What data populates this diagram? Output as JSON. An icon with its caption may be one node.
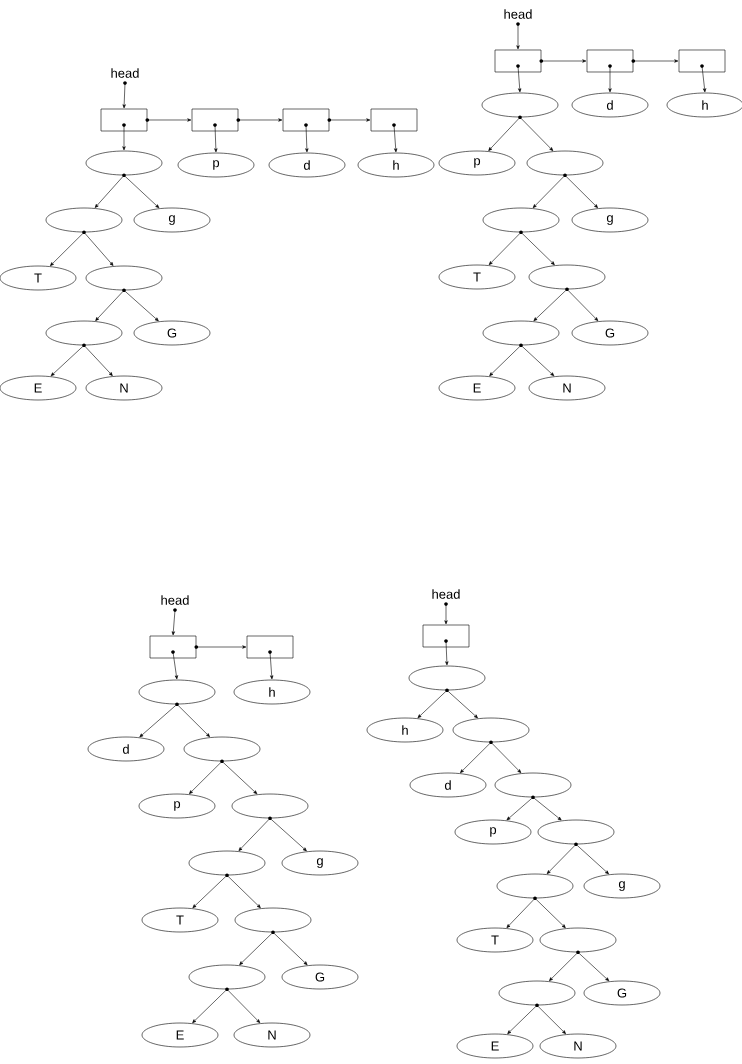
{
  "diagram": {
    "nodes": [
      {
        "text": [
          "head"
        ]
      },
      {
        "text": [],
        "shape": "box"
      },
      {
        "text": [],
        "shape": "box"
      },
      {
        "text": [],
        "shape": "box"
      },
      {
        "text": [],
        "shape": "box"
      },
      {
        "text": [],
        "shape": "ellipse"
      },
      {
        "text": [
          "p"
        ]
      },
      {
        "text": [
          "d"
        ]
      },
      {
        "text": [
          "h"
        ]
      },
      {
        "text": [],
        "shape": "ellipse"
      },
      {
        "text": [
          "g"
        ]
      },
      {
        "text": [
          "T"
        ]
      },
      {
        "text": [],
        "shape": "ellipse"
      },
      {
        "text": [],
        "shape": "ellipse"
      },
      {
        "text": [
          "G"
        ]
      },
      {
        "text": [
          "E"
        ]
      },
      {
        "text": [
          "N"
        ]
      },
      {
        "text": [
          "head"
        ]
      },
      {
        "text": [],
        "shape": "box"
      },
      {
        "text": [],
        "shape": "box"
      },
      {
        "text": [],
        "shape": "box"
      },
      {
        "text": [],
        "shape": "ellipse"
      },
      {
        "text": [
          "d"
        ]
      },
      {
        "text": [
          "h"
        ]
      },
      {
        "text": [
          "p"
        ]
      },
      {
        "text": [],
        "shape": "ellipse"
      },
      {
        "text": [],
        "shape": "ellipse"
      },
      {
        "text": [
          "g"
        ]
      },
      {
        "text": [
          "T"
        ]
      },
      {
        "text": [],
        "shape": "ellipse"
      },
      {
        "text": [],
        "shape": "ellipse"
      },
      {
        "text": [
          "G"
        ]
      },
      {
        "text": [
          "E"
        ]
      },
      {
        "text": [
          "N"
        ]
      },
      {
        "text": [
          "head"
        ]
      },
      {
        "text": [],
        "shape": "box"
      },
      {
        "text": [],
        "shape": "box"
      },
      {
        "text": [],
        "shape": "ellipse"
      },
      {
        "text": [
          "h"
        ]
      },
      {
        "text": [
          "d"
        ]
      },
      {
        "text": [],
        "shape": "ellipse"
      },
      {
        "text": [
          "p"
        ]
      },
      {
        "text": [],
        "shape": "ellipse"
      },
      {
        "text": [],
        "shape": "ellipse"
      },
      {
        "text": [
          "g"
        ]
      },
      {
        "text": [
          "T"
        ]
      },
      {
        "text": [],
        "shape": "ellipse"
      },
      {
        "text": [],
        "shape": "ellipse"
      },
      {
        "text": [
          "G"
        ]
      },
      {
        "text": [
          "E"
        ]
      },
      {
        "text": [
          "N"
        ]
      },
      {
        "text": [
          "head"
        ]
      },
      {
        "text": [],
        "shape": "box"
      },
      {
        "text": [],
        "shape": "ellipse"
      },
      {
        "text": [
          "h"
        ]
      },
      {
        "text": [],
        "shape": "ellipse"
      },
      {
        "text": [
          "d"
        ]
      },
      {
        "text": [],
        "shape": "ellipse"
      },
      {
        "text": [
          "p"
        ]
      },
      {
        "text": [],
        "shape": "ellipse"
      },
      {
        "text": [],
        "shape": "ellipse"
      },
      {
        "text": [
          "g"
        ]
      },
      {
        "text": [
          "T"
        ]
      },
      {
        "text": [],
        "shape": "ellipse"
      },
      {
        "text": [],
        "shape": "ellipse"
      },
      {
        "text": [
          "G"
        ]
      },
      {
        "text": [
          "E"
        ]
      },
      {
        "text": [
          "N"
        ]
      }
    ],
    "edges": [
      {
        "from": 0,
        "to": 1,
        "arrow": "to"
      },
      {
        "from": 1,
        "to": 2,
        "arrow": "to"
      },
      {
        "from": 2,
        "to": 3,
        "arrow": "to"
      },
      {
        "from": 3,
        "to": 4,
        "arrow": "to"
      },
      {
        "from": 1,
        "to": 5,
        "arrow": "to"
      },
      {
        "from": 2,
        "to": 6,
        "arrow": "to"
      },
      {
        "from": 3,
        "to": 7,
        "arrow": "to"
      },
      {
        "from": 4,
        "to": 8,
        "arrow": "to"
      },
      {
        "from": 5,
        "to": 9,
        "arrow": "to"
      },
      {
        "from": 5,
        "to": 10,
        "arrow": "to"
      },
      {
        "from": 9,
        "to": 11,
        "arrow": "to"
      },
      {
        "from": 9,
        "to": 12,
        "arrow": "to"
      },
      {
        "from": 12,
        "to": 13,
        "arrow": "to"
      },
      {
        "from": 12,
        "to": 14,
        "arrow": "to"
      },
      {
        "from": 13,
        "to": 15,
        "arrow": "to"
      },
      {
        "from": 13,
        "to": 16,
        "arrow": "to"
      },
      {
        "from": 17,
        "to": 18,
        "arrow": "to"
      },
      {
        "from": 18,
        "to": 19,
        "arrow": "to"
      },
      {
        "from": 19,
        "to": 20,
        "arrow": "to"
      },
      {
        "from": 18,
        "to": 21,
        "arrow": "to"
      },
      {
        "from": 19,
        "to": 22,
        "arrow": "to"
      },
      {
        "from": 20,
        "to": 23,
        "arrow": "to"
      },
      {
        "from": 21,
        "to": 24,
        "arrow": "to"
      },
      {
        "from": 21,
        "to": 25,
        "arrow": "to"
      },
      {
        "from": 25,
        "to": 26,
        "arrow": "to"
      },
      {
        "from": 25,
        "to": 27,
        "arrow": "to"
      },
      {
        "from": 26,
        "to": 28,
        "arrow": "to"
      },
      {
        "from": 26,
        "to": 29,
        "arrow": "to"
      },
      {
        "from": 29,
        "to": 30,
        "arrow": "to"
      },
      {
        "from": 29,
        "to": 31,
        "arrow": "to"
      },
      {
        "from": 30,
        "to": 32,
        "arrow": "to"
      },
      {
        "from": 30,
        "to": 33,
        "arrow": "to"
      },
      {
        "from": 34,
        "to": 35,
        "arrow": "to"
      },
      {
        "from": 35,
        "to": 36,
        "arrow": "to"
      },
      {
        "from": 35,
        "to": 37,
        "arrow": "to"
      },
      {
        "from": 36,
        "to": 38,
        "arrow": "to"
      },
      {
        "from": 37,
        "to": 39,
        "arrow": "to"
      },
      {
        "from": 37,
        "to": 40,
        "arrow": "to"
      },
      {
        "from": 40,
        "to": 41,
        "arrow": "to"
      },
      {
        "from": 40,
        "to": 42,
        "arrow": "to"
      },
      {
        "from": 42,
        "to": 43,
        "arrow": "to"
      },
      {
        "from": 42,
        "to": 44,
        "arrow": "to"
      },
      {
        "from": 43,
        "to": 45,
        "arrow": "to"
      },
      {
        "from": 43,
        "to": 46,
        "arrow": "to"
      },
      {
        "from": 46,
        "to": 47,
        "arrow": "to"
      },
      {
        "from": 46,
        "to": 48,
        "arrow": "to"
      },
      {
        "from": 47,
        "to": 49,
        "arrow": "to"
      },
      {
        "from": 47,
        "to": 50,
        "arrow": "to"
      },
      {
        "from": 51,
        "to": 52,
        "arrow": "to"
      },
      {
        "from": 52,
        "to": 53,
        "arrow": "to"
      },
      {
        "from": 53,
        "to": 54,
        "arrow": "to"
      },
      {
        "from": 53,
        "to": 55,
        "arrow": "to"
      },
      {
        "from": 55,
        "to": 56,
        "arrow": "to"
      },
      {
        "from": 55,
        "to": 57,
        "arrow": "to"
      },
      {
        "from": 57,
        "to": 58,
        "arrow": "to"
      },
      {
        "from": 57,
        "to": 59,
        "arrow": "to"
      },
      {
        "from": 59,
        "to": 60,
        "arrow": "to"
      },
      {
        "from": 59,
        "to": 61,
        "arrow": "to"
      },
      {
        "from": 60,
        "to": 62,
        "arrow": "to"
      },
      {
        "from": 60,
        "to": 63,
        "arrow": "to"
      },
      {
        "from": 63,
        "to": 64,
        "arrow": "to"
      },
      {
        "from": 63,
        "to": 65,
        "arrow": "to"
      },
      {
        "from": 64,
        "to": 66,
        "arrow": "to"
      },
      {
        "from": 64,
        "to": 67,
        "arrow": "to"
      }
    ]
  }
}
